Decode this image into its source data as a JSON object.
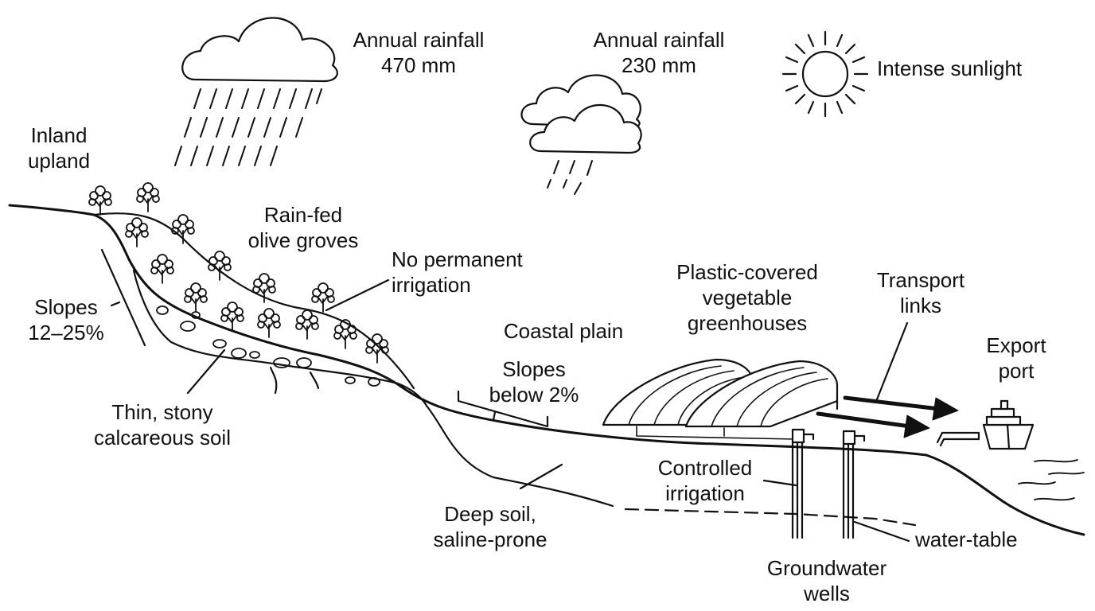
{
  "labels": {
    "rain_wet": [
      "Annual rainfall",
      "470 mm"
    ],
    "rain_dry": [
      "Annual rainfall",
      "230 mm"
    ],
    "sun": "Intense sunlight",
    "upland": [
      "Inland",
      "upland"
    ],
    "olives": [
      "Rain-fed",
      "olive groves"
    ],
    "no_irrigation": [
      "No permanent",
      "irrigation"
    ],
    "slopes_steep": [
      "Slopes",
      "12–25%"
    ],
    "coastal_plain": "Coastal plain",
    "slopes_flat": [
      "Slopes",
      "below 2%"
    ],
    "thin_soil": [
      "Thin, stony",
      "calcareous soil"
    ],
    "deep_soil": [
      "Deep soil,",
      "saline-prone"
    ],
    "greenhouses": [
      "Plastic-covered",
      "vegetable",
      "greenhouses"
    ],
    "transport": [
      "Transport",
      "links"
    ],
    "port": [
      "Export",
      "port"
    ],
    "controlled_irrigation": [
      "Controlled",
      "irrigation"
    ],
    "water_table": "water-table",
    "wells": [
      "Groundwater",
      "wells"
    ]
  },
  "icons": [
    "rain-cloud-icon",
    "light-rain-cloud-icon",
    "sun-icon",
    "olive-tree-icon",
    "greenhouse-icon",
    "groundwater-well-icon",
    "ship-icon",
    "transport-arrow-icon"
  ],
  "colors": {
    "ink": "#111111",
    "background": "#ffffff"
  }
}
